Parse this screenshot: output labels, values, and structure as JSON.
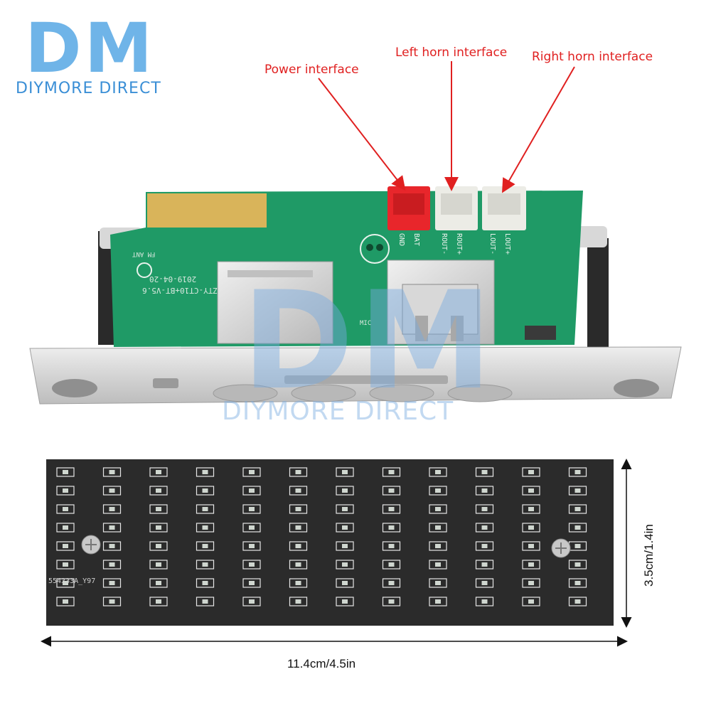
{
  "brand": {
    "logo": "DM",
    "name": "DIYMORE DIRECT"
  },
  "watermark": {
    "logo": "DM",
    "name": "DIYMORE DIRECT"
  },
  "callouts": {
    "power": "Power interface",
    "left_horn": "Left horn interface",
    "right_horn": "Right horn interface"
  },
  "board": {
    "model": "ZTY-CT10+BT-V5.6",
    "date": "2019-04-20",
    "antenna": "FM ANT",
    "mic": "MIC",
    "pins": [
      "GND",
      "BAT",
      "ROUT-",
      "ROUT+",
      "LOUT-",
      "LOUT+"
    ]
  },
  "led_board": {
    "code": "554333A_Y97"
  },
  "dimensions": {
    "width": "11.4cm/4.5in",
    "height": "3.5cm/1.4in"
  },
  "colors": {
    "pcb": "#1f9a66",
    "callout": "#e02020",
    "brand": "#3b8fd6",
    "led_pcb": "#2b2b2b"
  }
}
